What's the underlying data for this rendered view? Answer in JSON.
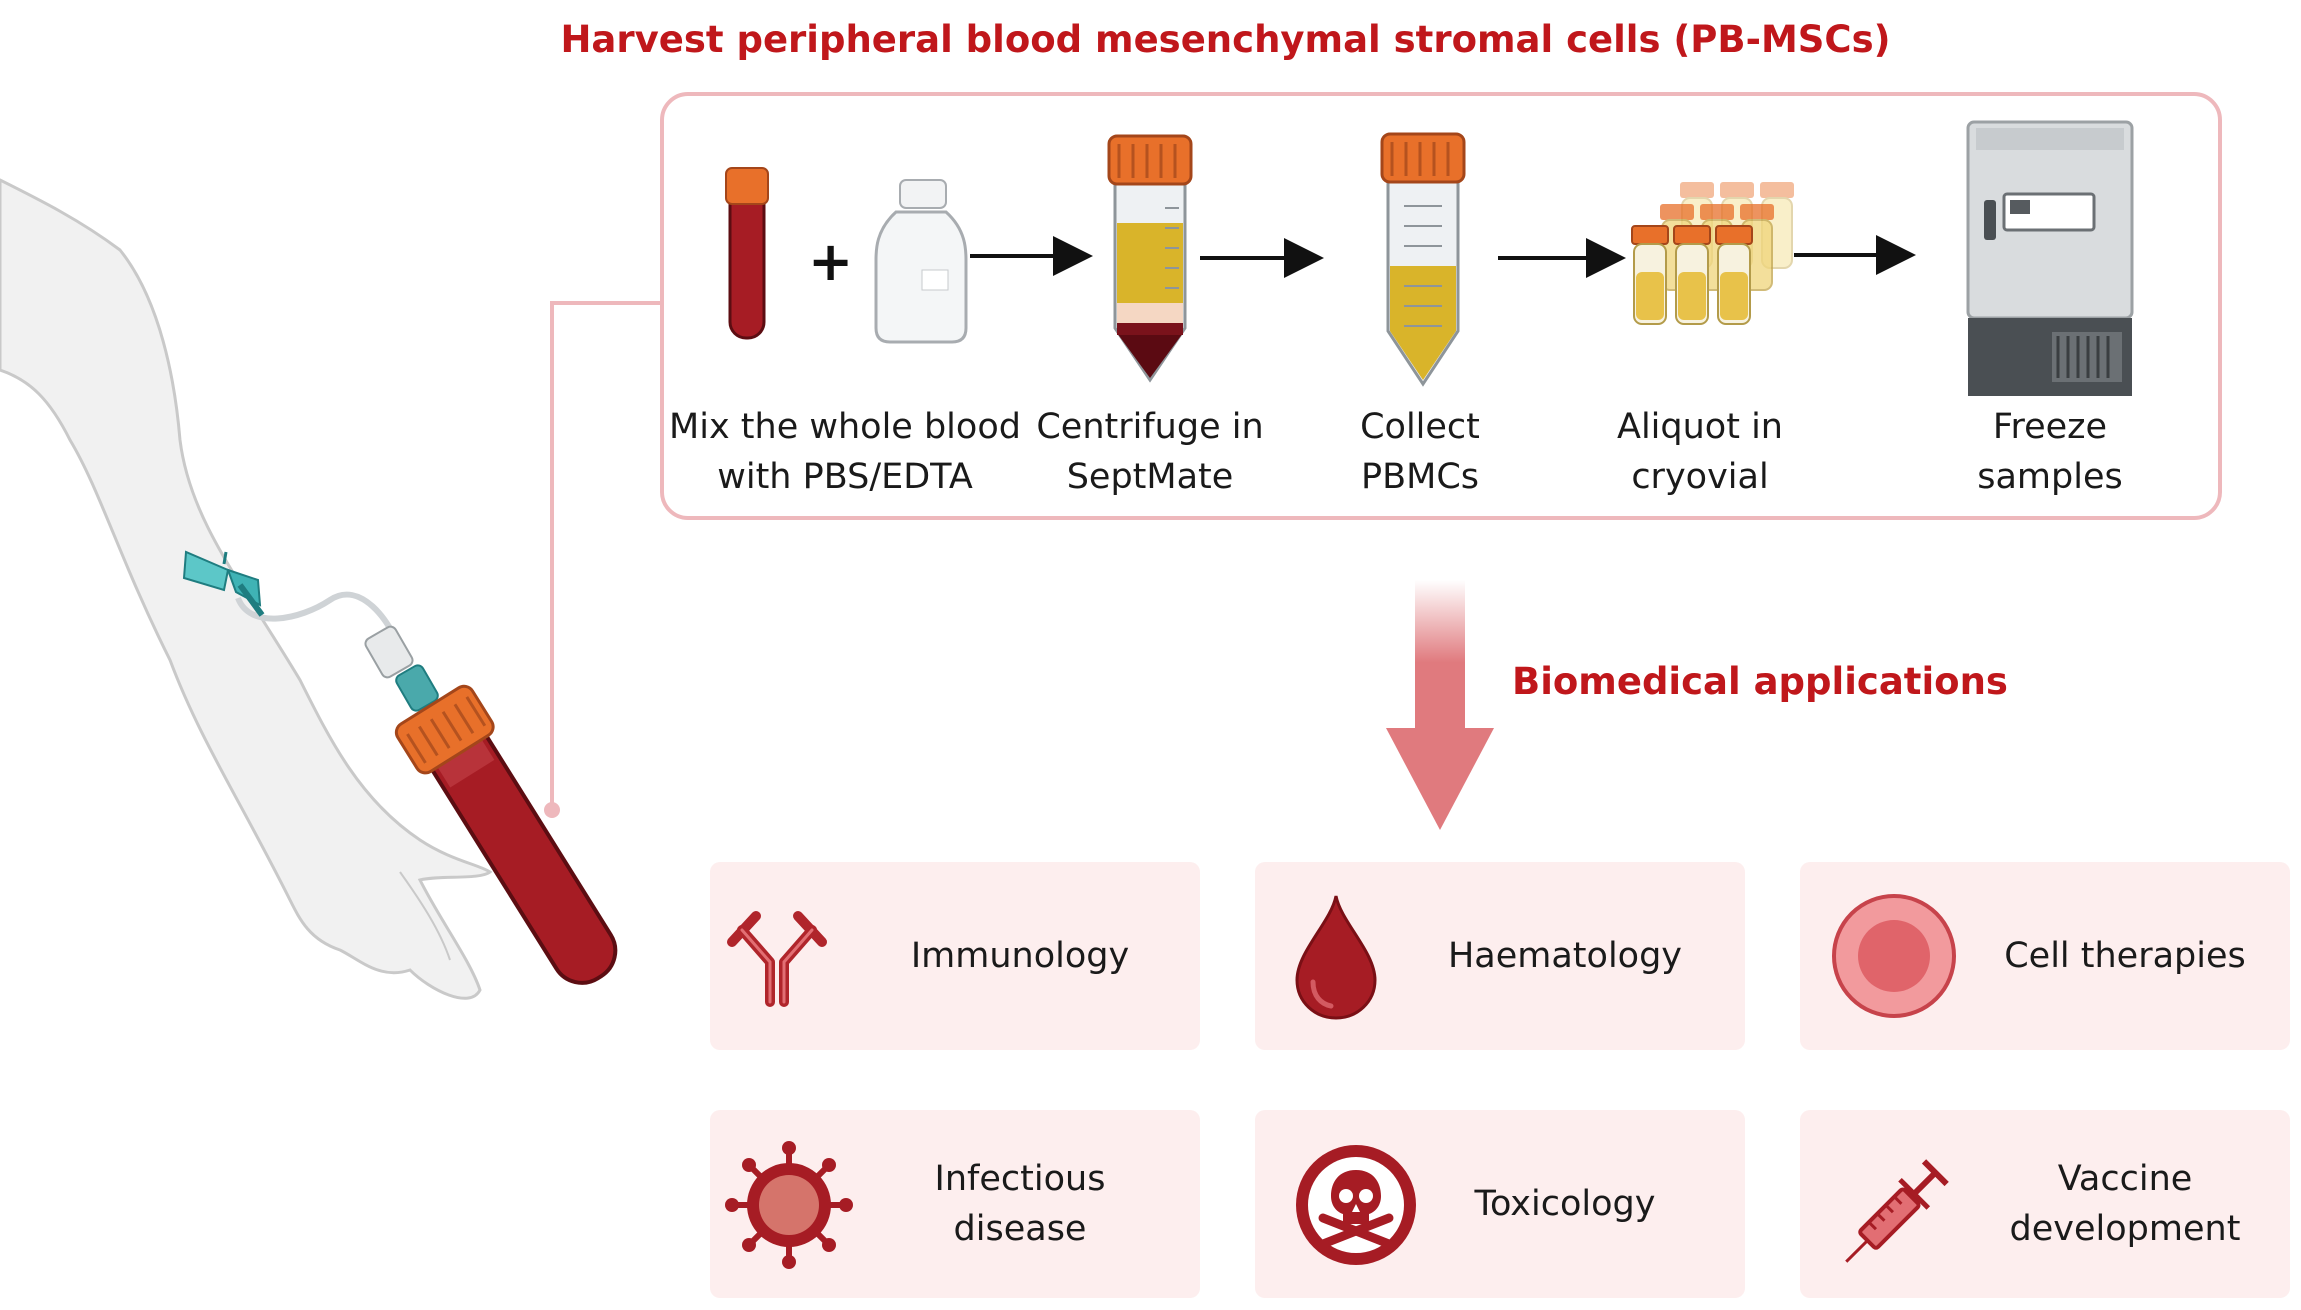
{
  "header": {
    "harvest_title": "Harvest peripheral blood mesenchymal stromal cells (PB-MSCs)",
    "applications_title": "Biomedical applications"
  },
  "process_steps": [
    {
      "label": "Mix the whole blood\nwith PBS/EDTA",
      "icon": "blood-tube-and-bottle-icon"
    },
    {
      "label": "Centrifuge in\nSeptMate",
      "icon": "centrifuge-tube-icon"
    },
    {
      "label": "Collect\nPBMCs",
      "icon": "collection-tube-icon"
    },
    {
      "label": "Aliquot in\ncryovial",
      "icon": "cryovials-icon"
    },
    {
      "label": "Freeze\nsamples",
      "icon": "freezer-icon"
    }
  ],
  "applications": [
    {
      "label": "Immunology",
      "icon": "antibody-icon"
    },
    {
      "label": "Haematology",
      "icon": "blood-drop-icon"
    },
    {
      "label": "Cell therapies",
      "icon": "cell-icon"
    },
    {
      "label": "Infectious\ndisease",
      "icon": "virus-icon"
    },
    {
      "label": "Toxicology",
      "icon": "skull-icon"
    },
    {
      "label": "Vaccine\ndevelopment",
      "icon": "syringe-icon"
    }
  ],
  "colors": {
    "accent_red": "#c0171b",
    "box_border": "#eeb8bc",
    "card_background": "#fdeeee",
    "blood": "#a61c24",
    "cap_orange": "#e8702a",
    "icon_red": "#b0252b"
  }
}
